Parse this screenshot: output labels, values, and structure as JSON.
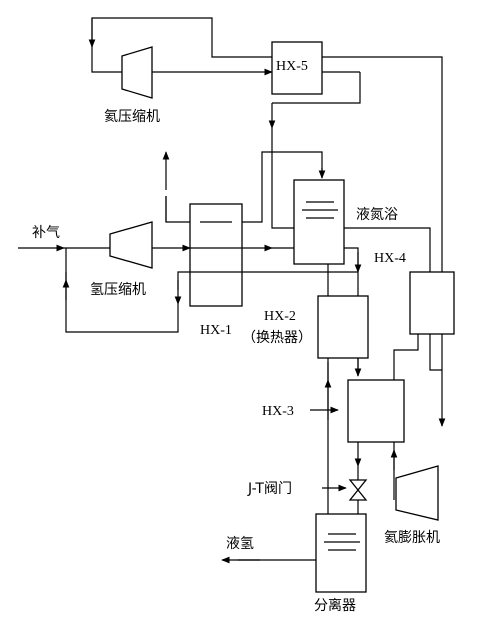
{
  "diagram": {
    "labels": {
      "hx1": "HX-1",
      "hx2": "HX-2",
      "hx2_note": "（换热器）",
      "hx3": "HX-3",
      "hx4": "HX-4",
      "hx5": "HX-5",
      "makeup_gas": "补气",
      "compressor_top": "氦压缩机",
      "compressor_left": "氢压缩机",
      "ln2_bath": "液氮浴",
      "jt_valve": "J-T阀门",
      "expander": "氦膨胀机",
      "liquid_h2": "液氢",
      "separator": "分离器"
    }
  }
}
